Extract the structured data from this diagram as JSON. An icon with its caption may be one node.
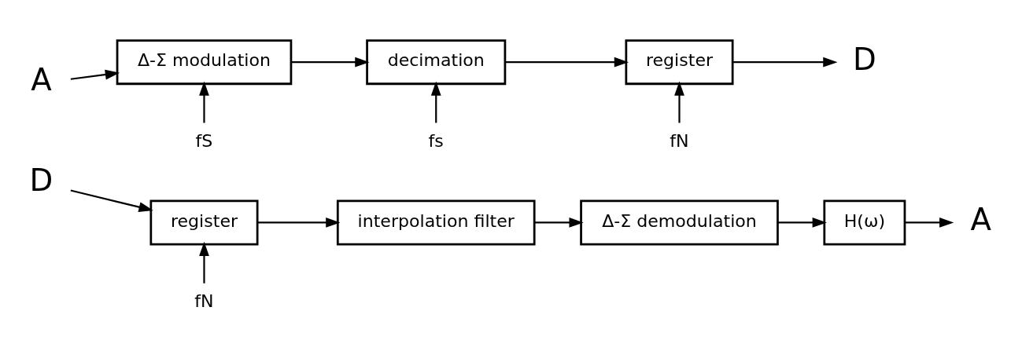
{
  "diagram": {
    "nodes": [
      {
        "text": [
          "A"
        ]
      },
      {
        "text": [
          "Δ-Σ modulation"
        ]
      },
      {
        "text": [
          "decimation"
        ]
      },
      {
        "text": [
          "register"
        ]
      },
      {
        "text": [
          "D"
        ]
      },
      {
        "text": [
          "fS"
        ]
      },
      {
        "text": [
          "fs"
        ]
      },
      {
        "text": [
          "fN"
        ]
      },
      {
        "text": [
          "D"
        ]
      },
      {
        "text": [
          "register"
        ]
      },
      {
        "text": [
          "interpolation filter"
        ]
      },
      {
        "text": [
          "Δ-Σ demodulation"
        ]
      },
      {
        "text": [
          "H(ω)"
        ]
      },
      {
        "text": [
          "A"
        ]
      },
      {
        "text": [
          "fN"
        ]
      }
    ],
    "edges": [
      {
        "from": 0,
        "to": 1,
        "arrow": "to"
      },
      {
        "from": 1,
        "to": 2,
        "arrow": "to"
      },
      {
        "from": 2,
        "to": 3,
        "arrow": "to"
      },
      {
        "from": 3,
        "to": 4,
        "arrow": "to"
      },
      {
        "from": 5,
        "to": 1,
        "arrow": "to"
      },
      {
        "from": 6,
        "to": 2,
        "arrow": "to"
      },
      {
        "from": 7,
        "to": 3,
        "arrow": "to"
      },
      {
        "from": 8,
        "to": 9,
        "arrow": "to"
      },
      {
        "from": 9,
        "to": 10,
        "arrow": "to"
      },
      {
        "from": 10,
        "to": 11,
        "arrow": "to"
      },
      {
        "from": 11,
        "to": 12,
        "arrow": "to"
      },
      {
        "from": 12,
        "to": 13,
        "arrow": "to"
      },
      {
        "from": 14,
        "to": 9,
        "arrow": "to"
      }
    ]
  }
}
